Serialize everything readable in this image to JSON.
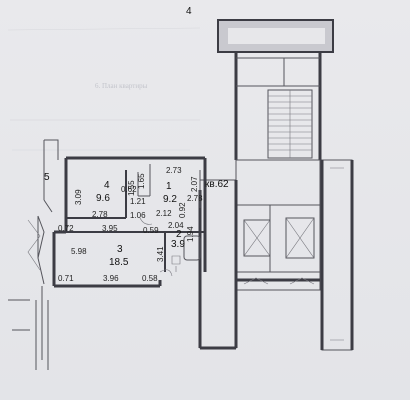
{
  "plan": {
    "header_number": "4",
    "faint_heading": "6. План квартиры",
    "apartment_label": "кв.62",
    "stair_marker": "5"
  },
  "rooms": [
    {
      "id": "r4",
      "number": "4",
      "area": "9.6"
    },
    {
      "id": "r1",
      "number": "1",
      "area": "9.2"
    },
    {
      "id": "r3",
      "number": "3",
      "area": "18.5"
    },
    {
      "id": "r2",
      "number": "2",
      "area": "3.9"
    }
  ],
  "dimensions": {
    "d_273": "2.73",
    "d_155": "1.55",
    "d_165": "1.65",
    "d_062": "0.62",
    "d_207": "2.07",
    "d_309": "3.09",
    "d_121": "1.21",
    "d_278_left": "2.78",
    "d_106": "1.06",
    "d_212": "2.12",
    "d_092": "0.92",
    "d_278_right": "2.78",
    "d_072": "0.72",
    "d_395": "3.95",
    "d_059": "0.59",
    "d_204": "2.04",
    "d_194": "1.94",
    "d_598": "5.98",
    "d_341": "3.41",
    "d_071": "0.71",
    "d_396": "3.96",
    "d_058": "0.58"
  },
  "colors": {
    "ink": "#3c3c44",
    "paper": "#e7e7ea",
    "faint": "#c3c4cb"
  }
}
